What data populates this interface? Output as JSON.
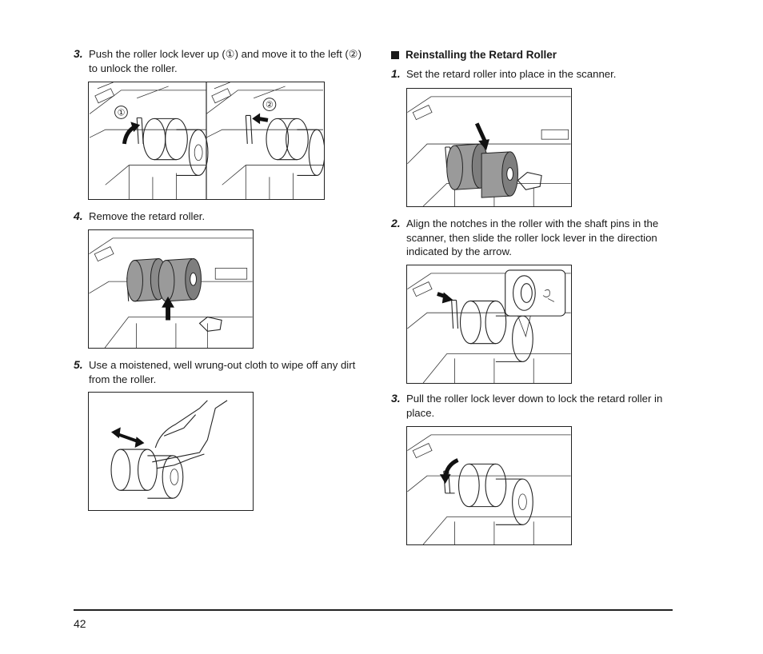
{
  "left_column": {
    "step3": {
      "number": "3.",
      "text": "Push the roller lock lever up (①) and move it to the left (②) to unlock the roller."
    },
    "step3_callouts": [
      "①",
      "②"
    ],
    "step4": {
      "number": "4.",
      "text": "Remove the retard roller."
    },
    "step5": {
      "number": "5.",
      "text": "Use a moistened, well wrung-out cloth to wipe off any dirt from the roller."
    }
  },
  "right_column": {
    "heading": "Reinstalling the Retard Roller",
    "step1": {
      "number": "1.",
      "text": "Set the retard roller into place in the scanner."
    },
    "step2": {
      "number": "2.",
      "text": "Align the notches in the roller with the shaft pins in the scanner, then slide the roller lock lever in the direction indicated by the arrow."
    },
    "step3": {
      "number": "3.",
      "text": "Pull the roller lock lever down to lock the retard roller in place."
    }
  },
  "footer": {
    "page_number": "42"
  },
  "colors": {
    "roller_gray": "#9a9a9a",
    "roller_dark": "#6e6e6e",
    "line": "#222222"
  }
}
